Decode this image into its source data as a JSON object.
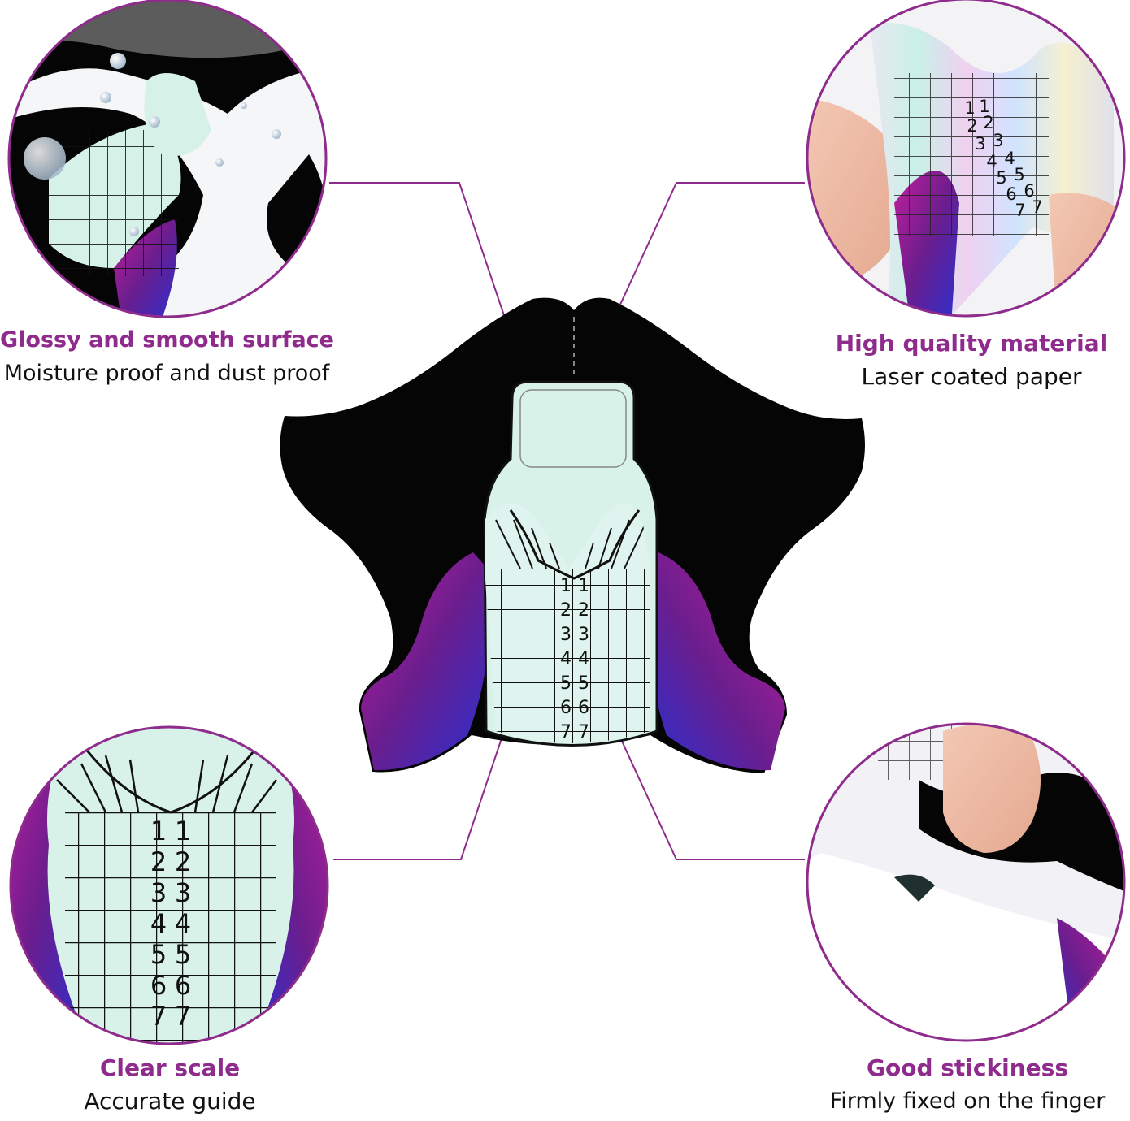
{
  "colors": {
    "accent": "#8e2b8c",
    "form_black": "#050505",
    "form_mint": "#d8f2ea",
    "iridescent_purple": "#8a1f8c",
    "iridescent_blue": "#2a2fd0"
  },
  "features": [
    {
      "title": "Glossy and smooth surface",
      "subtitle": "Moisture proof and dust proof",
      "icon": "water-droplets-photo"
    },
    {
      "title": "High quality material",
      "subtitle": "Laser coated paper",
      "icon": "holographic-form-photo"
    },
    {
      "title": "Clear scale",
      "subtitle": "Accurate guide",
      "icon": "scale-grid-photo"
    },
    {
      "title": "Good stickiness",
      "subtitle": "Firmly fixed on the finger",
      "icon": "finger-press-photo"
    }
  ],
  "scale_numbers": [
    "1",
    "2",
    "3",
    "4",
    "5",
    "6",
    "7"
  ]
}
